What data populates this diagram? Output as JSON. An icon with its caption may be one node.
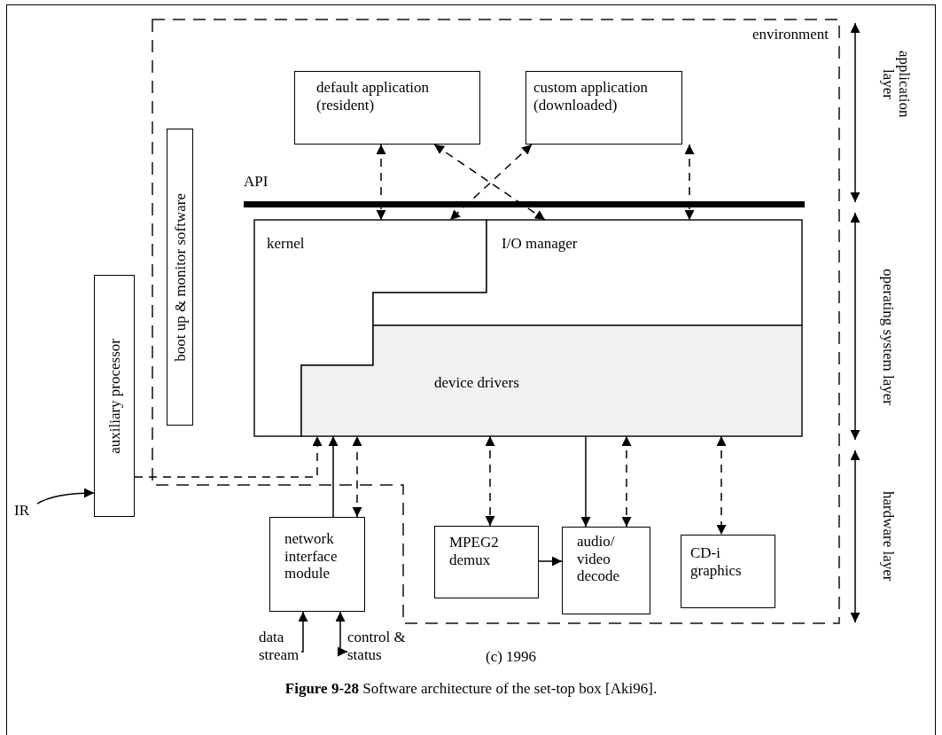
{
  "diagram": {
    "caption": "**Figure 9-28** Software architecture of the set-top box [Aki96].",
    "nodes": [
      {
        "text": [
          "environment"
        ]
      },
      {
        "text": [
          "boot up & monitor software"
        ],
        "in": 0
      },
      {
        "text": [
          "default application (resident)"
        ],
        "in": 0
      },
      {
        "text": [
          "custom application (downloaded)"
        ],
        "in": 0
      },
      {
        "text": [
          "API"
        ],
        "in": 0
      },
      {
        "text": [
          "kernel"
        ],
        "in": 0
      },
      {
        "text": [
          "I/O manager"
        ],
        "in": 0
      },
      {
        "text": [
          "device drivers"
        ],
        "in": 0
      },
      {
        "text": [
          "auxiliary processor"
        ]
      },
      {
        "text": [
          "IR"
        ]
      },
      {
        "text": [
          "network interface module"
        ]
      },
      {
        "text": [
          "MPEG2 demux"
        ],
        "in": 0
      },
      {
        "text": [
          "audio/ video decode"
        ],
        "in": 0
      },
      {
        "text": [
          "CD-i graphics"
        ],
        "in": 0
      },
      {
        "text": [
          "data stream"
        ]
      },
      {
        "text": [
          "control & status"
        ]
      }
    ],
    "edges": [
      {
        "from": 2,
        "to": 5,
        "arrow": "both",
        "style": "dashed"
      },
      {
        "from": 2,
        "to": 6,
        "arrow": "both",
        "style": "dashed"
      },
      {
        "from": 3,
        "to": 5,
        "arrow": "both",
        "style": "dashed"
      },
      {
        "from": 3,
        "to": 6,
        "arrow": "both",
        "style": "dashed"
      },
      {
        "from": 8,
        "to": 7,
        "arrow": "to",
        "style": "dashed"
      },
      {
        "from": 10,
        "to": 7,
        "arrow": "to"
      },
      {
        "from": 10,
        "to": 7,
        "arrow": "both",
        "style": "dashed"
      },
      {
        "from": 7,
        "to": 11,
        "arrow": "both",
        "style": "dashed"
      },
      {
        "from": 7,
        "to": 12,
        "arrow": "to"
      },
      {
        "from": 7,
        "to": 12,
        "arrow": "both",
        "style": "dashed"
      },
      {
        "from": 7,
        "to": 13,
        "arrow": "both",
        "style": "dashed"
      },
      {
        "from": 11,
        "to": 12,
        "arrow": "to"
      },
      {
        "from": 9,
        "to": 8,
        "arrow": "to"
      },
      {
        "from": 14,
        "to": 10,
        "arrow": "to"
      },
      {
        "from": 10,
        "to": 15,
        "arrow": "both"
      }
    ],
    "labels": [
      "application layer",
      "operating system layer",
      "hardware layer",
      "(c) 1996"
    ]
  }
}
